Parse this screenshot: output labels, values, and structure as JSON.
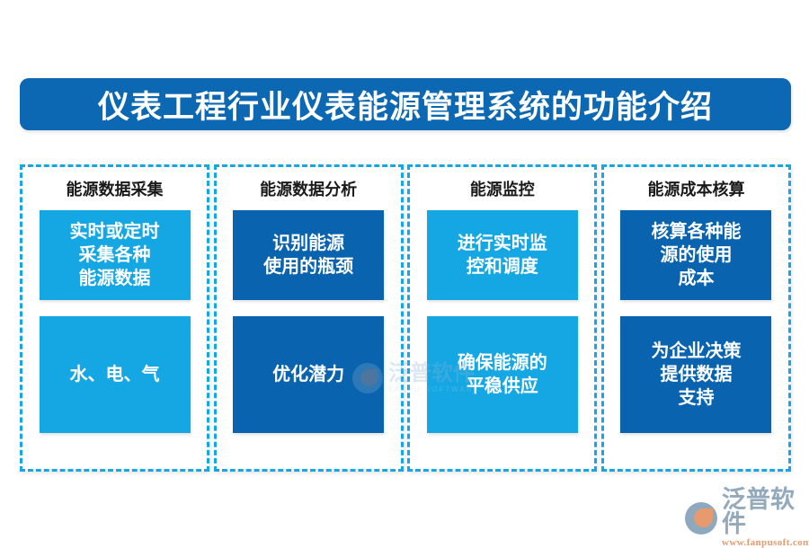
{
  "title": {
    "text": "仪表工程行业仪表能源管理系统的功能介绍"
  },
  "colors": {
    "banner": "#0C68B2",
    "light_blue": "#14A7E4",
    "dark_blue": "#0A63AE",
    "dashed_border": "#16A6E8",
    "logo_orange": "#E79A6E",
    "logo_blue_gray": "#93A9BC"
  },
  "columns": [
    {
      "header": "能源数据采集",
      "cards": [
        {
          "style": "light",
          "lines": [
            "实时或定时",
            "采集各种",
            "能源数据"
          ]
        },
        {
          "style": "light",
          "lines": [
            "水、电、气"
          ]
        }
      ]
    },
    {
      "header": "能源数据分析",
      "cards": [
        {
          "style": "dark",
          "lines": [
            "识别能源",
            "使用的瓶颈"
          ]
        },
        {
          "style": "dark",
          "lines": [
            "优化潜力"
          ]
        }
      ]
    },
    {
      "header": "能源监控",
      "cards": [
        {
          "style": "light",
          "lines": [
            "进行实时监",
            "控和调度"
          ]
        },
        {
          "style": "light",
          "lines": [
            "确保能源的",
            "平稳供应"
          ]
        }
      ]
    },
    {
      "header": "能源成本核算",
      "cards": [
        {
          "style": "dark",
          "lines": [
            "核算各种能",
            "源的使用",
            "成本"
          ]
        },
        {
          "style": "dark",
          "lines": [
            "为企业决策",
            "提供数据",
            "支持"
          ]
        }
      ]
    }
  ],
  "watermark": {
    "cn": "泛普软件",
    "en": "FANPU SOFTWARE"
  },
  "logo": {
    "cn": "泛普软件",
    "url": "www.fanpusoft.com"
  }
}
